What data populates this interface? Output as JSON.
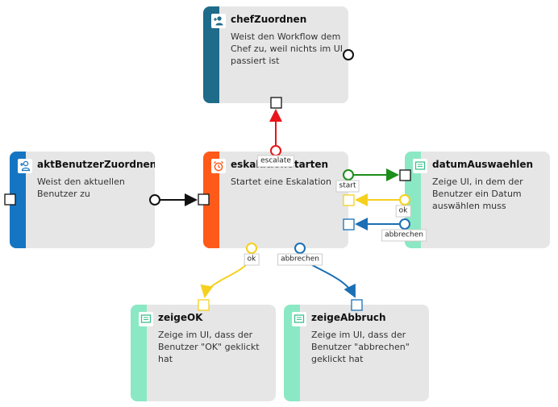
{
  "nodes": {
    "chefZuordnen": {
      "title": "chefZuordnen",
      "description": "Weist den Workflow dem Chef zu, weil nichts im UI passiert ist",
      "icon": "person-add-icon",
      "color": "#1f6b8a"
    },
    "aktBenutzerZuordnen": {
      "title": "aktBenutzerZuordnen",
      "description": "Weist den aktuellen Benutzer zu",
      "icon": "person-add-icon",
      "color": "#1675c2"
    },
    "eskalationStarten": {
      "title": "eskalationStarten",
      "description": "Startet eine Eskalation",
      "icon": "alarm-clock-icon",
      "color": "#ff5a1a"
    },
    "datumAuswaehlen": {
      "title": "datumAuswaehlen",
      "description": "Zeige UI, in dem der Benutzer ein Datum auswählen muss",
      "icon": "form-icon",
      "color": "#8be8c4"
    },
    "zeigeOK": {
      "title": "zeigeOK",
      "description": "Zeige im UI, dass der Benutzer \"OK\" geklickt hat",
      "icon": "form-icon",
      "color": "#8be8c4"
    },
    "zeigeAbbruch": {
      "title": "zeigeAbbruch",
      "description": "Zeige im UI, dass der Benutzer \"abbrechen\" geklickt hat",
      "icon": "form-icon",
      "color": "#8be8c4"
    }
  },
  "edges": {
    "escalate": {
      "label": "escalate",
      "color": "#e8141a"
    },
    "start": {
      "label": "start",
      "color": "#1b8f1b"
    },
    "ok_from_datum": {
      "label": "ok",
      "color": "#f5d11e"
    },
    "abbrechen_from_datum": {
      "label": "abbrechen",
      "color": "#1a6fb5"
    },
    "ok_to_zeigeOK": {
      "label": "ok",
      "color": "#f5d11e"
    },
    "abbrechen_to_zeigeAbbruch": {
      "label": "abbrechen",
      "color": "#1a6fb5"
    },
    "akt_to_eskalation": {
      "color": "#111111"
    }
  }
}
